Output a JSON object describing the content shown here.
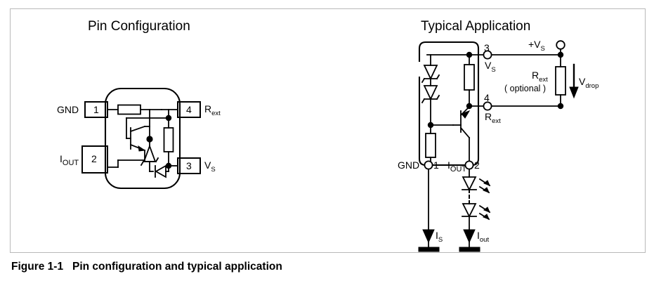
{
  "figure": {
    "caption_number": "Figure 1-1",
    "caption_text": "Pin configuration and typical application",
    "caption_full": "Figure 1-1   Pin configuration and typical application",
    "border_color": "#b9b9b9",
    "ink_color": "#000000",
    "background": "#ffffff"
  },
  "panels": {
    "left": {
      "title": "Pin Configuration",
      "pins": [
        {
          "number": "1",
          "label_main": "GND",
          "label_sub": "",
          "side": "left"
        },
        {
          "number": "2",
          "label_main": "I",
          "label_sub": "OUT",
          "side": "left"
        },
        {
          "number": "3",
          "label_main": "V",
          "label_sub": "S",
          "side": "right"
        },
        {
          "number": "4",
          "label_main": "R",
          "label_sub": "ext",
          "side": "right"
        }
      ],
      "internal_components": [
        "resistor-horizontal",
        "transistor-npn",
        "zener-diode",
        "resistor-vertical",
        "diode-horizontal"
      ]
    },
    "right": {
      "title": "Typical Application",
      "pins": [
        {
          "number": "3",
          "label_main": "V",
          "label_sub": "S"
        },
        {
          "number": "4",
          "label_main": "R",
          "label_sub": "ext"
        },
        {
          "number": "1",
          "label_main": "GND",
          "label_sub": ""
        },
        {
          "number": "2",
          "label_main": "I",
          "label_sub": "OUT"
        }
      ],
      "external": {
        "supply_label_main": "+V",
        "supply_label_sub": "S",
        "resistor_label_main": "R",
        "resistor_label_sub": "ext",
        "resistor_note": "( optional )",
        "vdrop_label_main": "V",
        "vdrop_label_sub": "drop",
        "current_supply_main": "I",
        "current_supply_sub": "S",
        "current_out_main": "I",
        "current_out_sub": "out"
      },
      "led_count": 2,
      "led_chain_dashed": true,
      "internal_components": [
        "zener-diode-upper",
        "zener-diode-lower",
        "resistor-vertical",
        "transistor-npn",
        "resistor-emitter"
      ]
    }
  }
}
